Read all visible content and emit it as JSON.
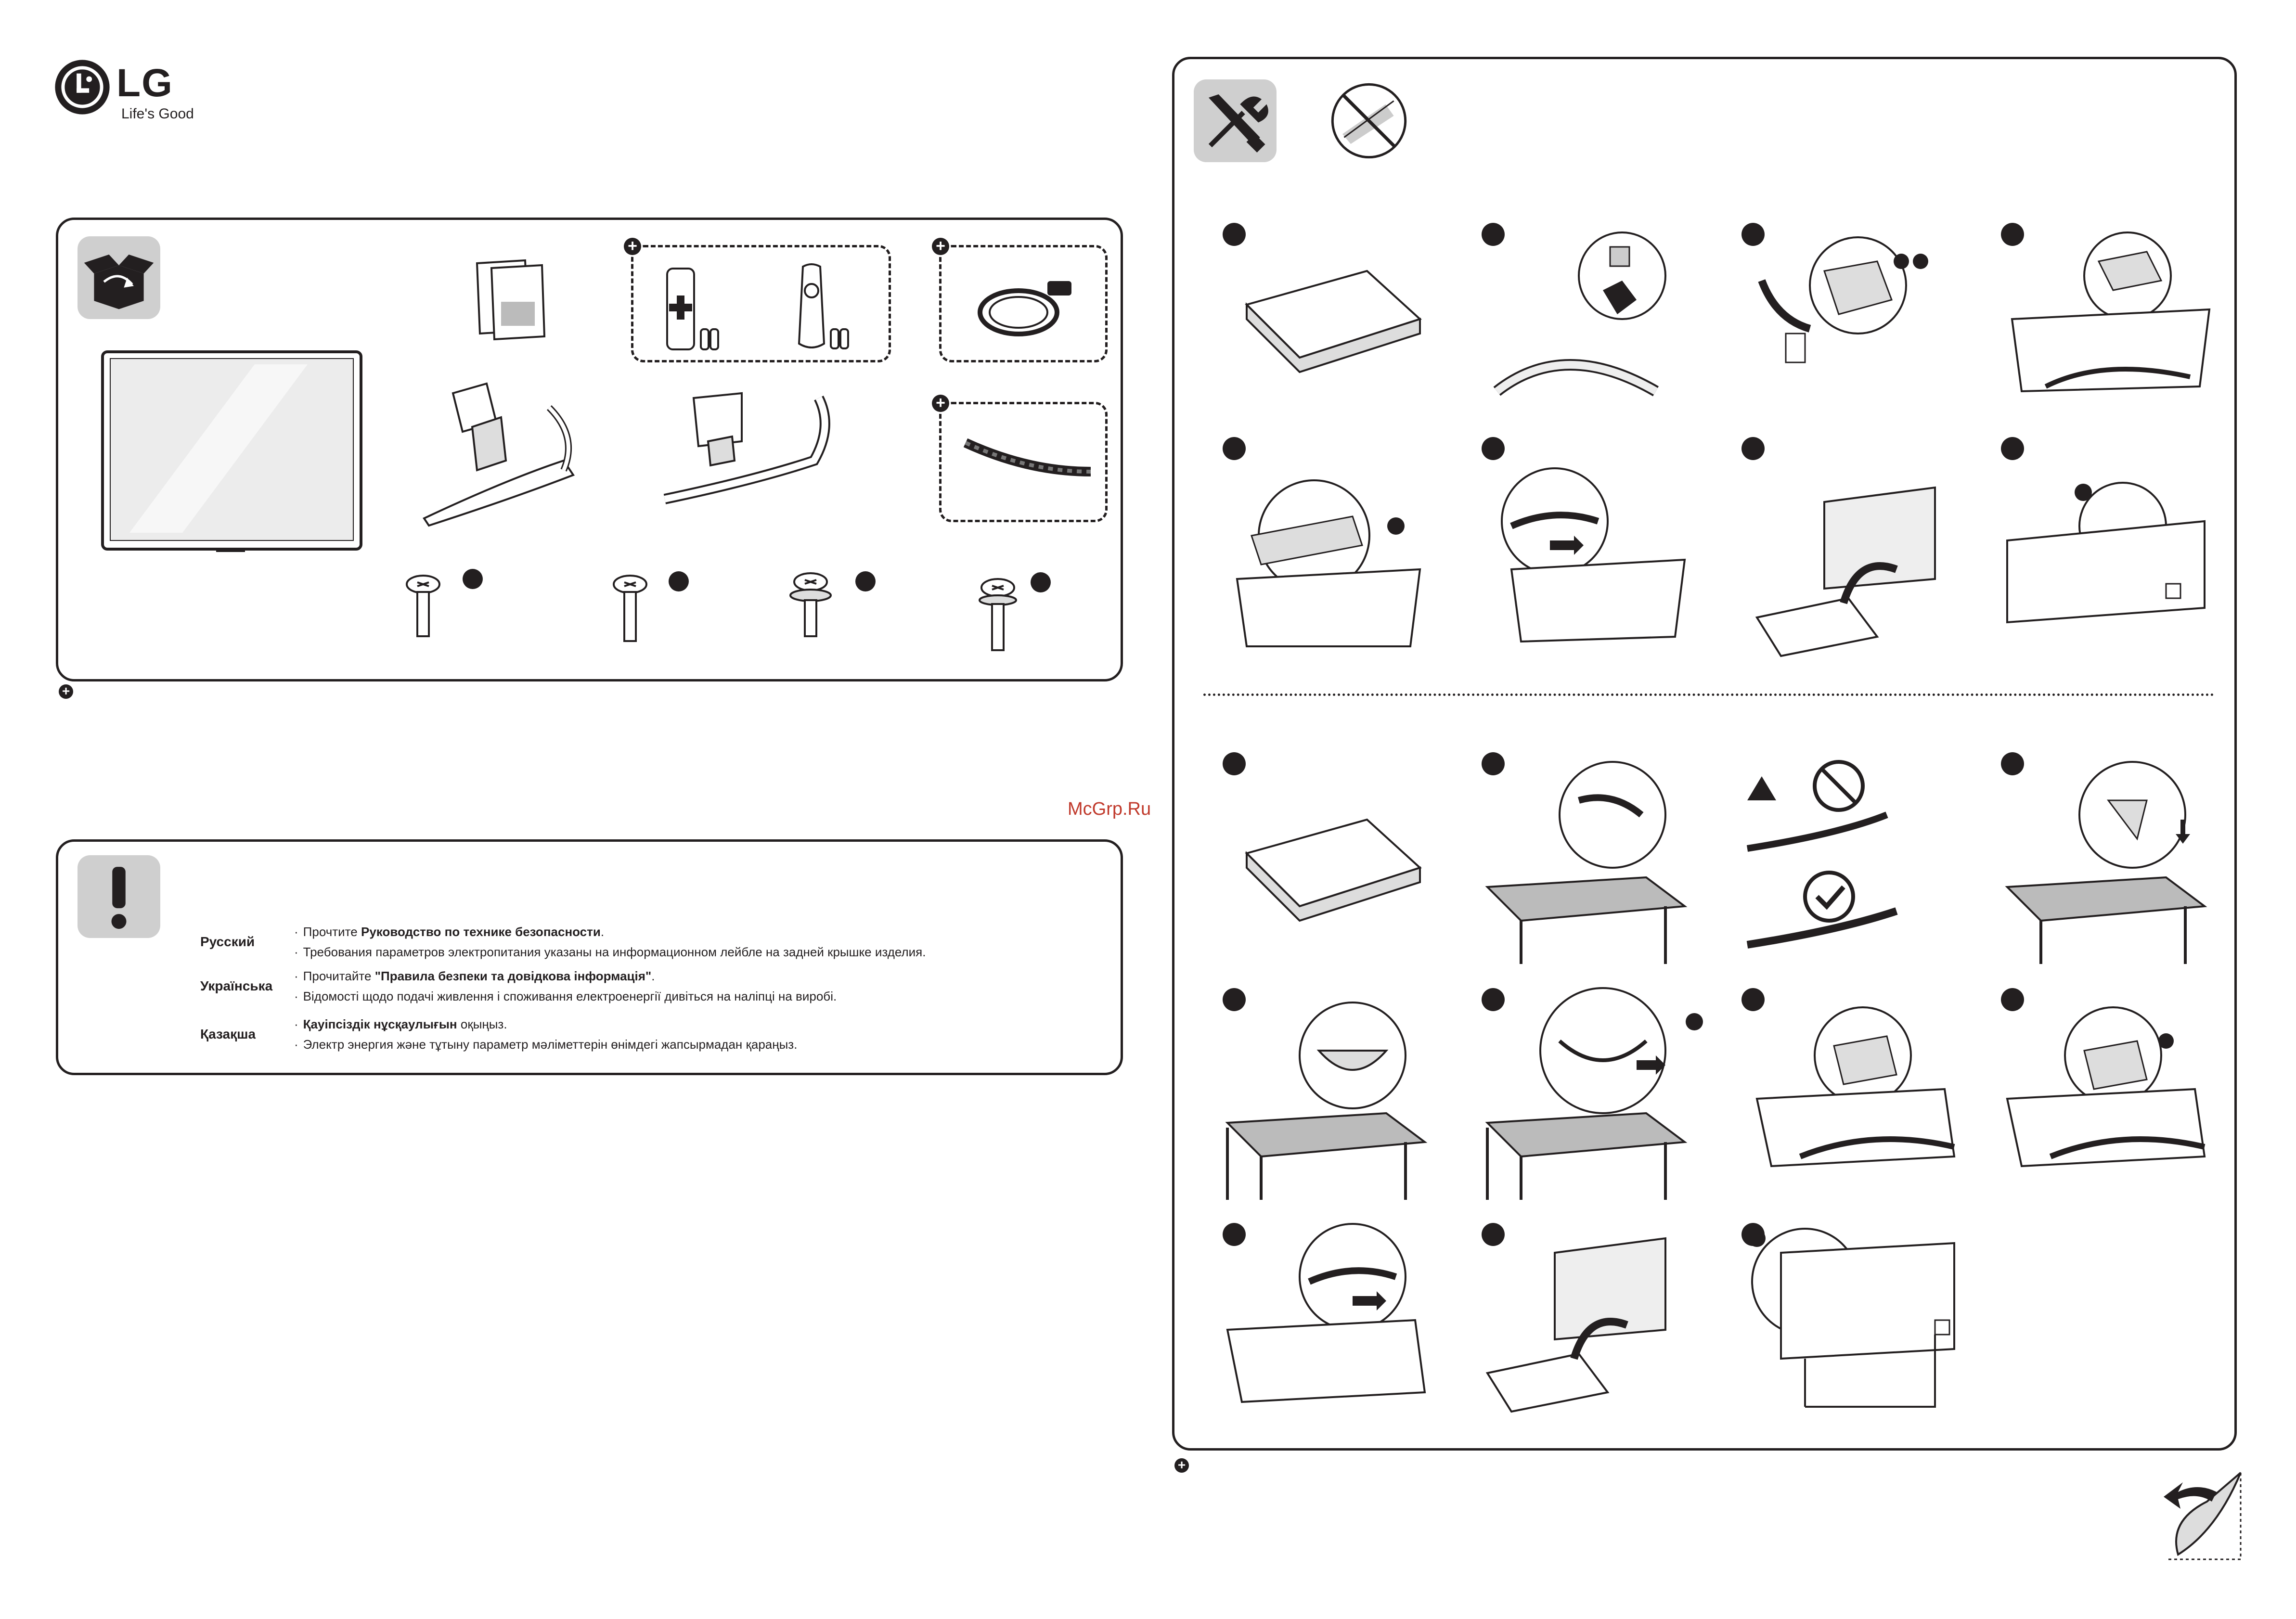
{
  "brand": {
    "logo_text": "LG",
    "tagline": "Life's Good"
  },
  "watermark": "McGrp.Ru",
  "warnings": [
    {
      "language": "Русский",
      "line1_prefix": "Прочтите ",
      "line1_bold": "Руководство по технике безопасности",
      "line1_suffix": ".",
      "line2": "Требования параметров электропитания указаны на информационном лейбле на задней крышке изделия."
    },
    {
      "language": "Українська",
      "line1_prefix": "Прочитайте ",
      "line1_bold": "\"Правила безпеки та довідкова інформація\"",
      "line1_suffix": ".",
      "line2": "Відомості щодо подачі живлення і споживання електроенергії дивіться на наліпці на виробі."
    },
    {
      "language": "Қазақша",
      "line1_prefix": "",
      "line1_bold": "Қауіпсіздік нұсқаулығын",
      "line1_suffix": " оқыңыз.",
      "line2": "Электр энергия және тұтыну параметр мәліметтерін өнімдегі жапсырмадан қараңыз."
    }
  ],
  "icons": {
    "box": "open-box-icon",
    "warning": "exclamation-icon",
    "tools": "tools-icon",
    "no_sharp": "no-sharp-surface-icon",
    "optional": "plus-circle-icon",
    "page_turn": "page-turn-arrow-icon"
  },
  "colors": {
    "ink": "#231f20",
    "icon_bg": "#cfcfcf",
    "watermark": "#c0392b"
  }
}
